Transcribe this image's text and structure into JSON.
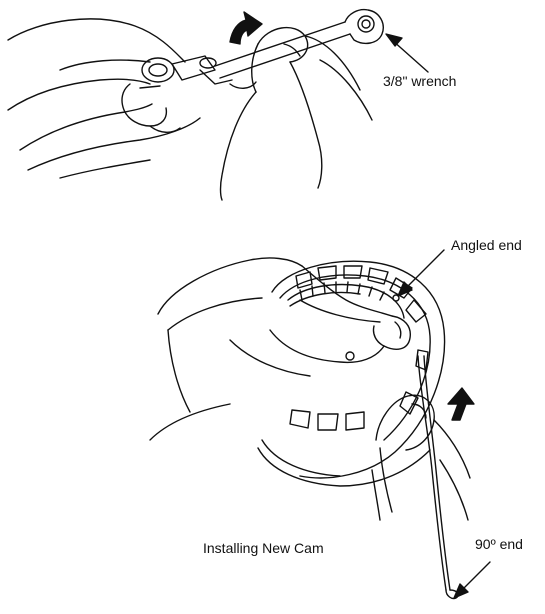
{
  "labels": {
    "wrench": "3/8\" wrench",
    "angled_end": "Angled end",
    "caption": "Installing New Cam",
    "ninety_end": "90º end"
  },
  "colors": {
    "ink": "#111111",
    "background": "#ffffff"
  }
}
